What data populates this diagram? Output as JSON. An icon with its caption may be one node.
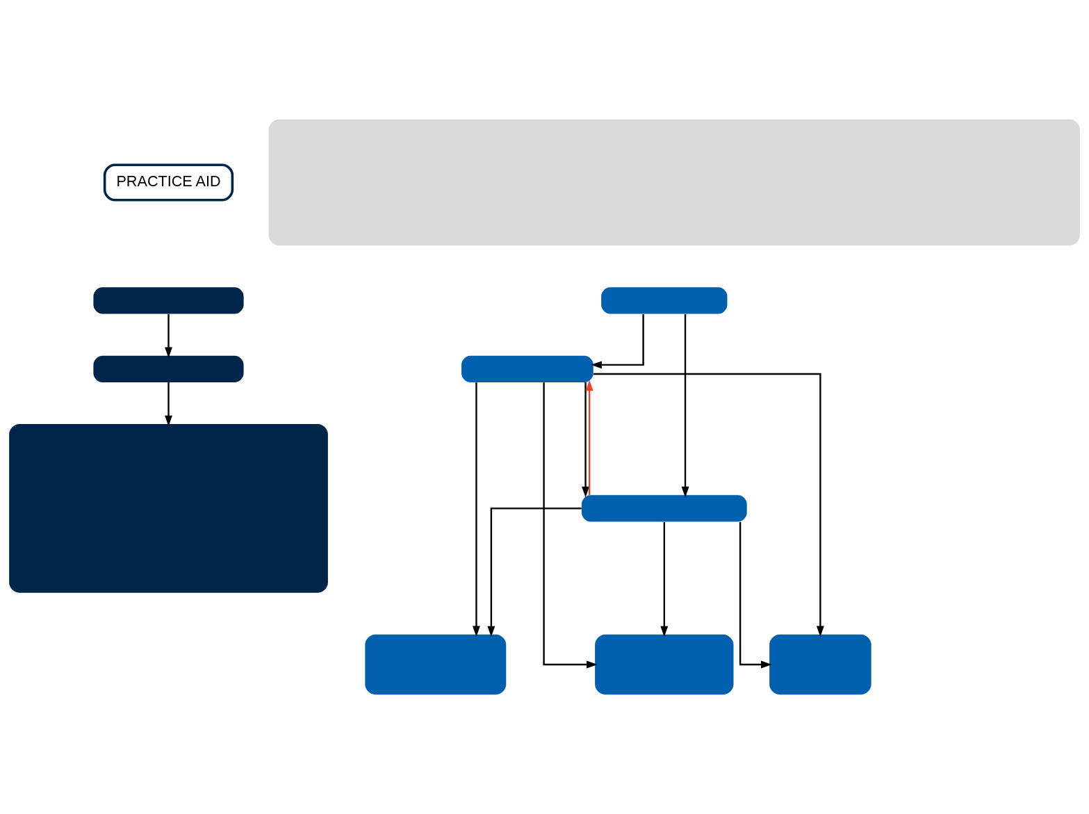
{
  "diagram": {
    "nodes": [
      {
        "text": [],
        "shape": "box"
      },
      {
        "text": [],
        "shape": "box"
      },
      {
        "text": [],
        "shape": "box"
      },
      {
        "text": [],
        "shape": "box"
      },
      {
        "text": [],
        "shape": "box"
      },
      {
        "text": [],
        "shape": "box"
      },
      {
        "text": [],
        "shape": "box"
      },
      {
        "text": [],
        "shape": "box"
      },
      {
        "text": [],
        "shape": "box"
      },
      {
        "text": [],
        "shape": "box"
      }
    ],
    "edges": [
      {
        "from": 1,
        "to": 2,
        "arrow": "to"
      },
      {
        "from": 2,
        "to": 3,
        "arrow": "to"
      },
      {
        "from": 4,
        "to": 5,
        "arrow": "to"
      },
      {
        "from": 4,
        "to": 6,
        "arrow": "to"
      },
      {
        "from": 5,
        "to": 7,
        "arrow": "to"
      },
      {
        "from": 5,
        "to": 8,
        "arrow": "to"
      },
      {
        "from": 5,
        "to": 9,
        "arrow": "to"
      },
      {
        "from": 5,
        "to": 6,
        "arrow": "to"
      },
      {
        "from": 6,
        "to": 5,
        "arrow": "to",
        "color": "#ef4123"
      },
      {
        "from": 6,
        "to": 7,
        "arrow": "to"
      },
      {
        "from": 6,
        "to": 8,
        "arrow": "to"
      },
      {
        "from": 6,
        "to": 9,
        "arrow": "to"
      }
    ],
    "labels": [
      "PRACTICE AID"
    ]
  }
}
